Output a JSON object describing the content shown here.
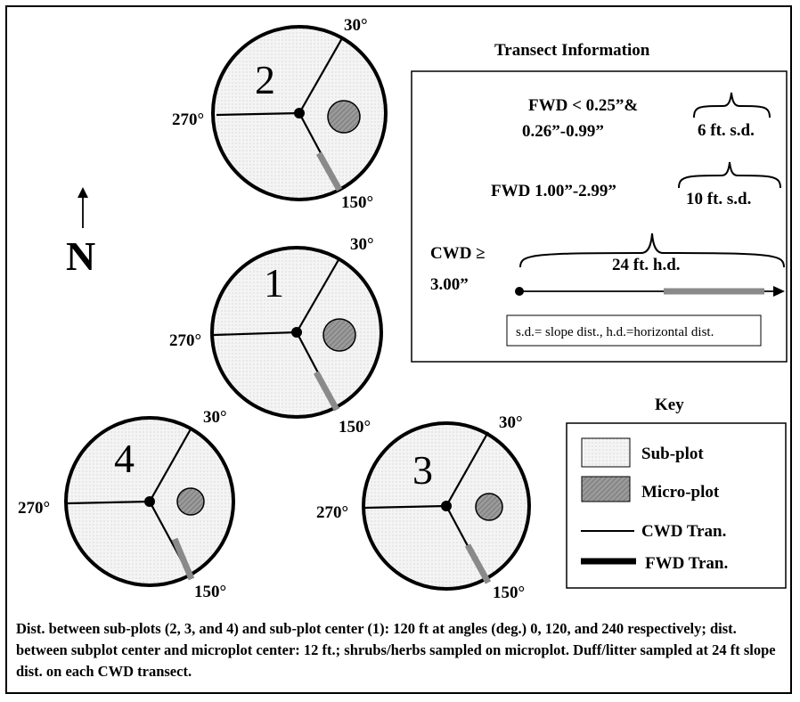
{
  "colors": {
    "subplot_fill": "#f2f2f2",
    "microplot_fill": "#9a9a9a",
    "fwd_bar": "#8a8a8a"
  },
  "subplots": [
    {
      "number": "2",
      "deg30": "30°",
      "deg150": "150°",
      "deg270": "270°"
    },
    {
      "number": "1",
      "deg30": "30°",
      "deg150": "150°",
      "deg270": "270°"
    },
    {
      "number": "4",
      "deg30": "30°",
      "deg150": "150°",
      "deg270": "270°"
    },
    {
      "number": "3",
      "deg30": "30°",
      "deg150": "150°",
      "deg270": "270°"
    }
  ],
  "north": {
    "label": "N",
    "icon": "north-arrow-icon"
  },
  "transect_info": {
    "title": "Transect Information",
    "fwd_small_line1": "FWD < 0.25”&",
    "fwd_small_line2": "0.26”-0.99”",
    "fwd_small_dist": "6 ft. s.d.",
    "fwd_mid_label": "FWD 1.00”-2.99”",
    "fwd_mid_dist": "10 ft. s.d.",
    "cwd_line1": "CWD ≥",
    "cwd_line2": "3.00”",
    "cwd_dist": "24 ft. h.d.",
    "legend_note": "s.d.= slope dist., h.d.=horizontal dist."
  },
  "key": {
    "title": "Key",
    "items": [
      "Sub-plot",
      "Micro-plot",
      "CWD Tran.",
      "FWD Tran."
    ]
  },
  "footnote": "Dist. between sub-plots (2, 3, and 4) and sub-plot center (1): 120 ft at angles (deg.) 0, 120, and 240 respectively; dist. between subplot center and microplot center: 12 ft.; shrubs/herbs sampled on microplot. Duff/litter sampled at 24 ft slope dist. on each CWD transect."
}
